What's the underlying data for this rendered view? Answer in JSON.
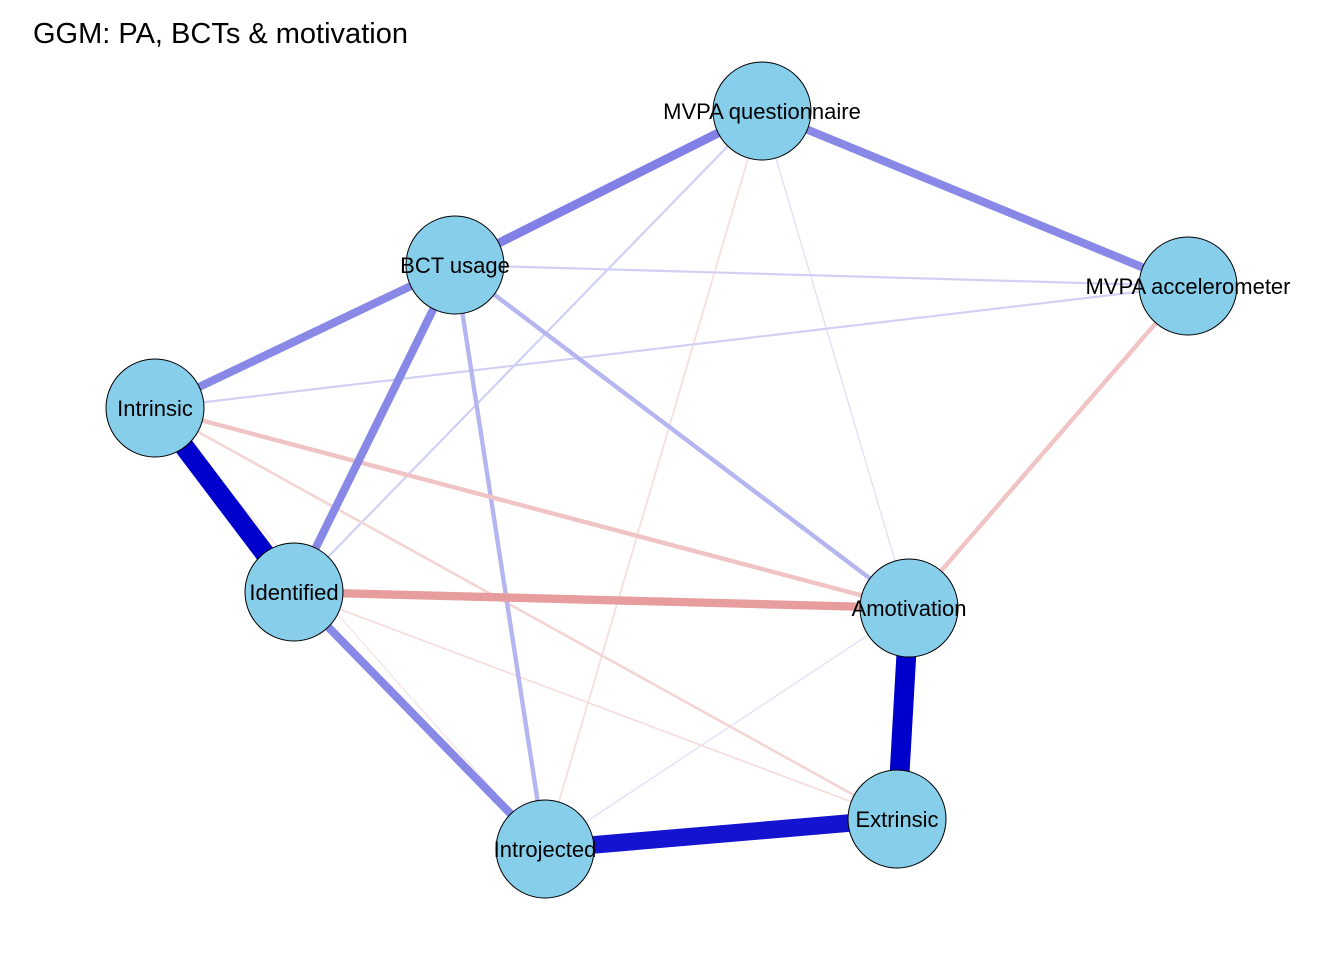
{
  "title": "GGM: PA, BCTs & motivation",
  "colors": {
    "positive_edge": "#0000cc",
    "negative_edge": "#cc3333",
    "node_fill": "#87ceeb",
    "node_stroke": "#000000"
  },
  "nodes": [
    {
      "id": "mvpa_q",
      "label": "MVPA questionnaire"
    },
    {
      "id": "bct",
      "label": "BCT usage"
    },
    {
      "id": "mvpa_a",
      "label": "MVPA accelerometer"
    },
    {
      "id": "intrinsic",
      "label": "Intrinsic"
    },
    {
      "id": "identified",
      "label": "Identified"
    },
    {
      "id": "amotivation",
      "label": "Amotivation"
    },
    {
      "id": "extrinsic",
      "label": "Extrinsic"
    },
    {
      "id": "introjected",
      "label": "Introjected"
    }
  ],
  "edges": [
    {
      "source": "intrinsic",
      "target": "identified",
      "sign": "positive",
      "weight": 0.9
    },
    {
      "source": "amotivation",
      "target": "extrinsic",
      "sign": "positive",
      "weight": 0.9
    },
    {
      "source": "introjected",
      "target": "extrinsic",
      "sign": "positive",
      "weight": 0.8
    },
    {
      "source": "bct",
      "target": "mvpa_q",
      "sign": "positive",
      "weight": 0.4
    },
    {
      "source": "mvpa_q",
      "target": "mvpa_a",
      "sign": "positive",
      "weight": 0.37
    },
    {
      "source": "bct",
      "target": "intrinsic",
      "sign": "positive",
      "weight": 0.37
    },
    {
      "source": "bct",
      "target": "identified",
      "sign": "positive",
      "weight": 0.37
    },
    {
      "source": "identified",
      "target": "introjected",
      "sign": "positive",
      "weight": 0.37
    },
    {
      "source": "identified",
      "target": "amotivation",
      "sign": "negative",
      "weight": 0.38
    },
    {
      "source": "bct",
      "target": "introjected",
      "sign": "positive",
      "weight": 0.2
    },
    {
      "source": "bct",
      "target": "amotivation",
      "sign": "positive",
      "weight": 0.2
    },
    {
      "source": "intrinsic",
      "target": "amotivation",
      "sign": "negative",
      "weight": 0.2
    },
    {
      "source": "mvpa_a",
      "target": "amotivation",
      "sign": "negative",
      "weight": 0.2
    },
    {
      "source": "intrinsic",
      "target": "extrinsic",
      "sign": "negative",
      "weight": 0.12
    },
    {
      "source": "intrinsic",
      "target": "mvpa_a",
      "sign": "positive",
      "weight": 0.1
    },
    {
      "source": "bct",
      "target": "mvpa_a",
      "sign": "positive",
      "weight": 0.1
    },
    {
      "source": "mvpa_q",
      "target": "identified",
      "sign": "positive",
      "weight": 0.1
    },
    {
      "source": "mvpa_q",
      "target": "introjected",
      "sign": "negative",
      "weight": 0.08
    },
    {
      "source": "mvpa_q",
      "target": "amotivation",
      "sign": "positive",
      "weight": 0.05
    },
    {
      "source": "identified",
      "target": "extrinsic",
      "sign": "negative",
      "weight": 0.08
    },
    {
      "source": "intrinsic",
      "target": "introjected",
      "sign": "negative",
      "weight": 0.06
    },
    {
      "source": "introjected",
      "target": "amotivation",
      "sign": "positive",
      "weight": 0.05
    }
  ]
}
